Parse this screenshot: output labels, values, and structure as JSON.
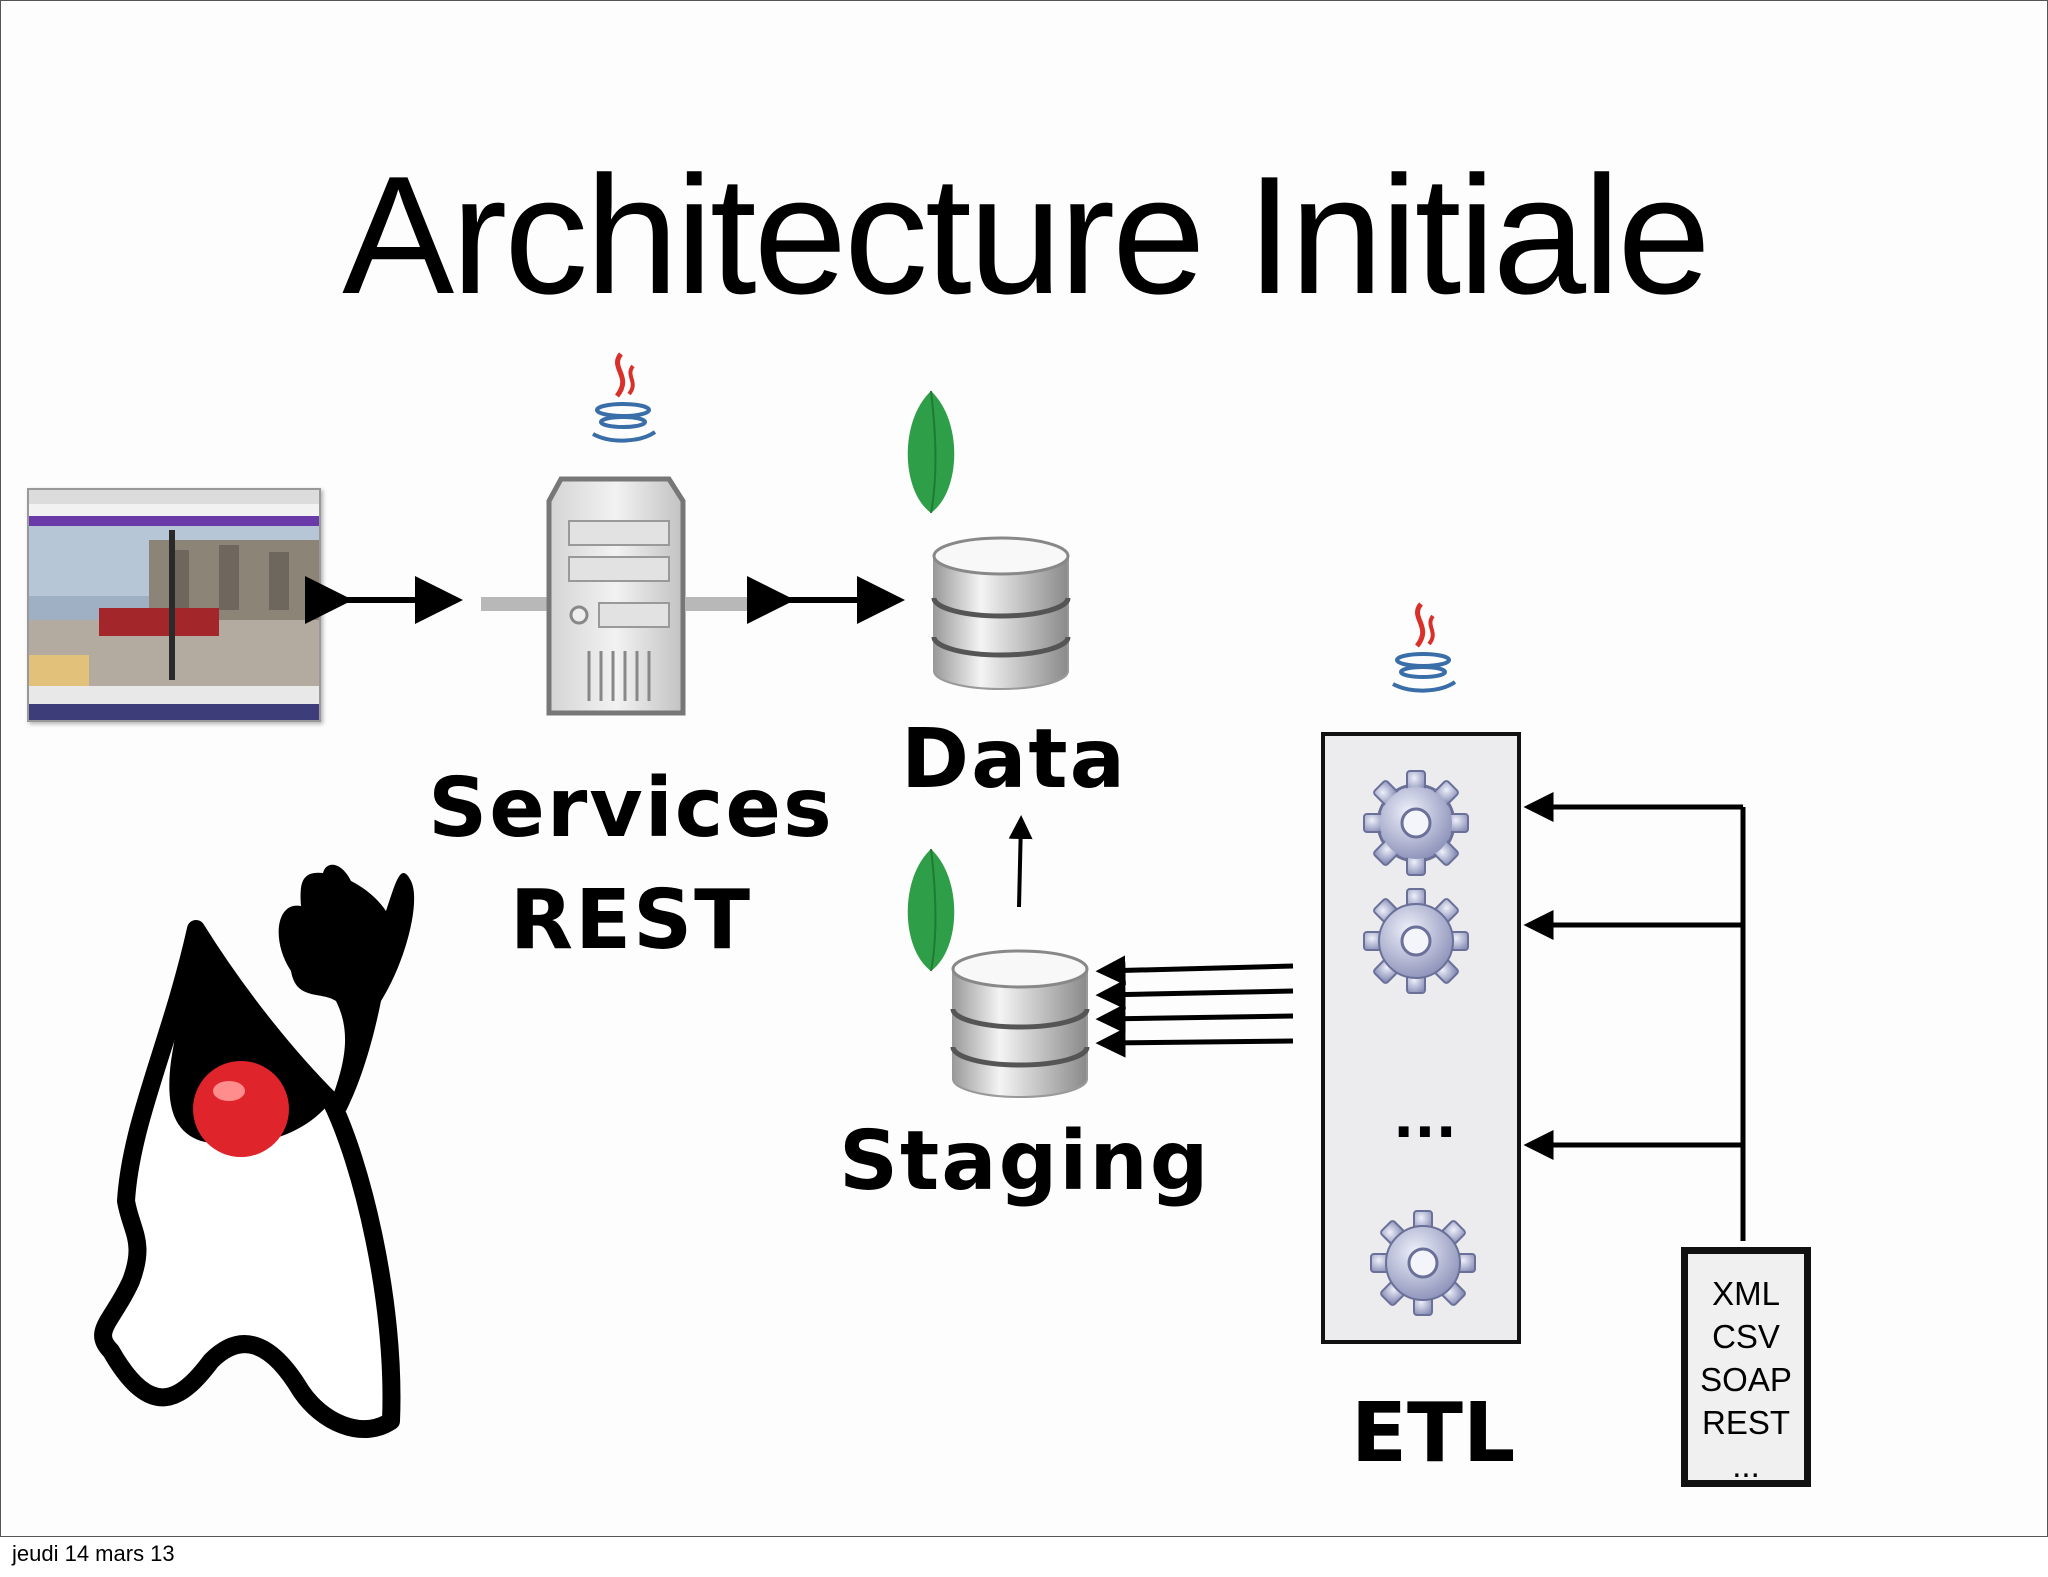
{
  "title": "Architecture Initiale",
  "services": {
    "line1": "Services",
    "line2": "REST"
  },
  "data_label": "Data",
  "staging_label": "Staging",
  "etl": {
    "label": "ETL",
    "ellipsis": "..."
  },
  "formats": [
    "XML",
    "CSV",
    "SOAP",
    "REST",
    "..."
  ],
  "footer": "jeudi 14 mars 13",
  "colors": {
    "mongo_green": "#2f9e48",
    "java_red": "#d9302a",
    "java_blue": "#3a6ea8",
    "duke_nose": "#e0242c"
  },
  "icons": [
    "java-logo-icon",
    "server-icon",
    "database-icon",
    "mongodb-leaf-icon",
    "gear-icon",
    "duke-mascot",
    "browser-screenshot"
  ]
}
